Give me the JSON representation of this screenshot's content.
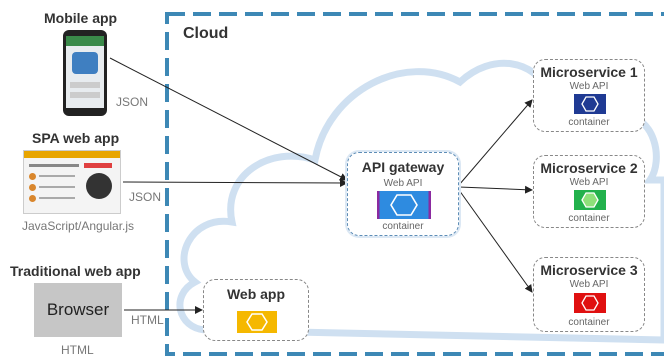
{
  "cloud": {
    "label": "Cloud"
  },
  "clients": {
    "mobile": {
      "title": "Mobile app"
    },
    "spa": {
      "title": "SPA web app",
      "caption": "JavaScript/Angular.js"
    },
    "traditional": {
      "title": "Traditional web app",
      "browser_label": "Browser",
      "caption": "HTML"
    }
  },
  "protocols": {
    "mobile": "JSON",
    "spa": "JSON",
    "browser": "HTML"
  },
  "webapp": {
    "title": "Web app"
  },
  "gateway": {
    "title": "API gateway",
    "subtitle": "Web API",
    "caption": "container"
  },
  "microservices": [
    {
      "title": "Microservice 1",
      "subtitle": "Web API",
      "caption": "container",
      "color": "#1f3a93"
    },
    {
      "title": "Microservice 2",
      "subtitle": "Web API",
      "caption": "container",
      "color": "#22b14c"
    },
    {
      "title": "Microservice 3",
      "subtitle": "Web API",
      "caption": "container",
      "color": "#e01010"
    }
  ],
  "colors": {
    "cloud_border": "#3d88b5",
    "cloud_shape": "#cfe0f1",
    "gateway": "#2e8be0",
    "webapp": "#f5b800"
  }
}
